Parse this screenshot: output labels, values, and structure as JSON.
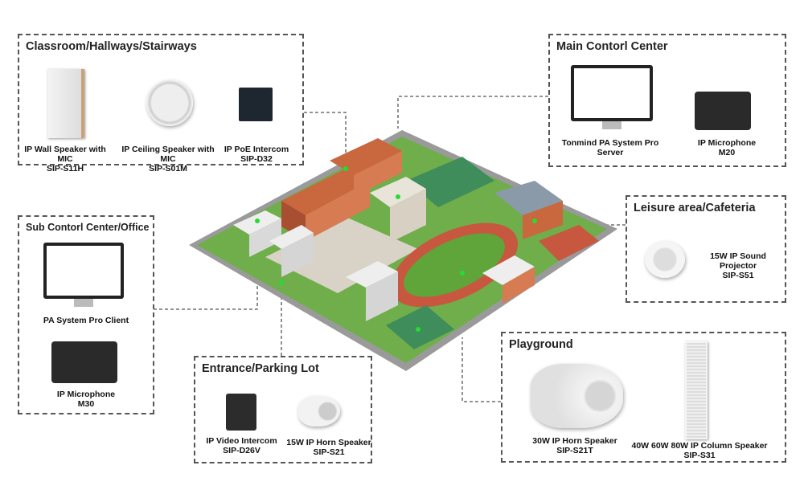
{
  "zones": {
    "classroom": {
      "title": "Classroom/Hallways/Stairways",
      "items": [
        {
          "name": "IP Wall Speaker with MIC",
          "model": "SIP-S11H"
        },
        {
          "name": "IP Ceiling Speaker with MIC",
          "model": "SIP-S01M"
        },
        {
          "name": "IP PoE Intercom",
          "model": "SIP-D32"
        }
      ]
    },
    "main_control": {
      "title": "Main Contorl Center",
      "items": [
        {
          "name": "Tonmind PA System Pro",
          "model": "Server"
        },
        {
          "name": "IP Microphone",
          "model": "M20"
        }
      ]
    },
    "sub_control": {
      "title": "Sub Contorl Center/Office",
      "items": [
        {
          "name": "PA System Pro Client"
        },
        {
          "name": "IP Microphone",
          "model": "M30"
        }
      ]
    },
    "leisure": {
      "title": "Leisure area/Cafeteria",
      "items": [
        {
          "name": "15W IP Sound Projector",
          "model": "SIP-S51"
        }
      ]
    },
    "entrance": {
      "title": "Entrance/Parking Lot",
      "items": [
        {
          "name": "IP Video Intercom",
          "model": "SIP-D26V"
        },
        {
          "name": "15W IP Horn Speaker",
          "model": "SIP-S21"
        }
      ]
    },
    "playground": {
      "title": "Playground",
      "items": [
        {
          "name": "30W IP Horn Speaker",
          "model": "SIP-S21T"
        },
        {
          "name": "40W 60W 80W IP Column Speaker",
          "model": "SIP-S31"
        }
      ]
    }
  },
  "colors": {
    "border": "#555555",
    "grass": "#6fae4a",
    "track": "#c8573f",
    "building": "#c9673f"
  }
}
